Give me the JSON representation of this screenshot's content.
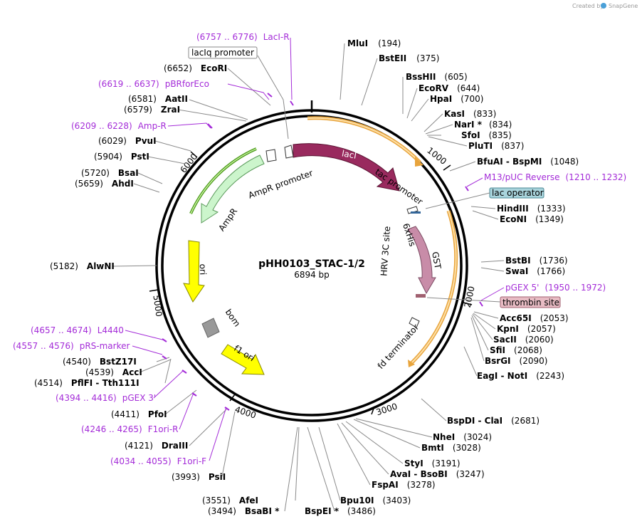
{
  "credit": "Created by",
  "brand": "SnapGene",
  "plasmid": {
    "name": "pHH0103_STAC-1/2",
    "size": "6894 bp"
  },
  "ticks": [
    "1000",
    "2000",
    "3000",
    "4000",
    "5000",
    "6000"
  ],
  "features": {
    "lacI": "lacI",
    "ampR": "AmpR",
    "ori": "ori",
    "f1ori": "f1 ori",
    "gst": "GST",
    "bom": "bom",
    "ampRPromoter": "AmpR promoter",
    "tacPromoter": "tac promoter",
    "his": "6xHis",
    "hrv": "HRV 3C site",
    "fdTerminator": "fd terminator",
    "lacIqPromoter": "lacIq promoter",
    "lacOperator": "lac operator",
    "thrombin": "thrombin site"
  },
  "enzymes": [
    {
      "name": "MluI",
      "pos": "(194)"
    },
    {
      "name": "BstEII",
      "pos": "(375)"
    },
    {
      "name": "BssHII",
      "pos": "(605)"
    },
    {
      "name": "EcoRV",
      "pos": "(644)"
    },
    {
      "name": "HpaI",
      "pos": "(700)"
    },
    {
      "name": "KasI",
      "pos": "(833)"
    },
    {
      "name": "NarI *",
      "pos": "(834)"
    },
    {
      "name": "SfoI",
      "pos": "(835)"
    },
    {
      "name": "PluTI",
      "pos": "(837)"
    },
    {
      "name": "BfuAI  -  BspMI",
      "pos": "(1048)"
    },
    {
      "name": "HindIII",
      "pos": "(1333)"
    },
    {
      "name": "EcoNI",
      "pos": "(1349)"
    },
    {
      "name": "BstBI",
      "pos": "(1736)"
    },
    {
      "name": "SwaI",
      "pos": "(1766)"
    },
    {
      "name": "Acc65I",
      "pos": "(2053)"
    },
    {
      "name": "KpnI",
      "pos": "(2057)"
    },
    {
      "name": "SacII",
      "pos": "(2060)"
    },
    {
      "name": "SfiI",
      "pos": "(2068)"
    },
    {
      "name": "BsrGI",
      "pos": "(2090)"
    },
    {
      "name": "EagI  -  NotI",
      "pos": "(2243)"
    },
    {
      "name": "BspDI  -  ClaI",
      "pos": "(2681)"
    },
    {
      "name": "NheI",
      "pos": "(3024)"
    },
    {
      "name": "BmtI",
      "pos": "(3028)"
    },
    {
      "name": "StyI",
      "pos": "(3191)"
    },
    {
      "name": "AvaI  -  BsoBI",
      "pos": "(3247)"
    },
    {
      "name": "FspAI",
      "pos": "(3278)"
    },
    {
      "name": "Bpu10I",
      "pos": "(3403)"
    },
    {
      "name": "BspEI *",
      "pos": "(3486)"
    },
    {
      "name": "AfeI",
      "pos": "(3551)"
    },
    {
      "name": "BsaBI *",
      "pos": "(3494)"
    },
    {
      "name": "PsiI",
      "pos": "(3993)"
    },
    {
      "name": "DraIII",
      "pos": "(4121)"
    },
    {
      "name": "PfoI",
      "pos": "(4411)"
    },
    {
      "name": "AccI",
      "pos": "(4539)"
    },
    {
      "name": "BstZ17I",
      "pos": "(4540)"
    },
    {
      "name": "PflFI  -  Tth111I",
      "pos": "(4514)"
    },
    {
      "name": "AlwNI",
      "pos": "(5182)"
    },
    {
      "name": "AhdI",
      "pos": "(5659)"
    },
    {
      "name": "BsaI",
      "pos": "(5720)"
    },
    {
      "name": "PstI",
      "pos": "(5904)"
    },
    {
      "name": "PvuI",
      "pos": "(6029)"
    },
    {
      "name": "ZraI",
      "pos": "(6579)"
    },
    {
      "name": "AatII",
      "pos": "(6581)"
    },
    {
      "name": "EcoRI",
      "pos": "(6652)"
    }
  ],
  "primers": [
    {
      "range": "(6757 .. 6776)",
      "name": "LacI-R"
    },
    {
      "range": "(6619 .. 6637)",
      "name": "pBRforEco"
    },
    {
      "range": "(6209 .. 6228)",
      "name": "Amp-R"
    },
    {
      "name": "M13/pUC Reverse",
      "range": "(1210 .. 1232)"
    },
    {
      "name": "pGEX 5'",
      "range": "(1950 .. 1972)"
    },
    {
      "range": "(4657 .. 4674)",
      "name": "L4440"
    },
    {
      "range": "(4557 .. 4576)",
      "name": "pRS-marker"
    },
    {
      "range": "(4394 .. 4416)",
      "name": "pGEX 3'"
    },
    {
      "range": "(4246 .. 4265)",
      "name": "F1ori-R"
    },
    {
      "range": "(4034 .. 4055)",
      "name": "F1ori-F"
    }
  ],
  "colors": {
    "lacI": "#992a5e",
    "ampR": "#ccf5cc",
    "ori": "#ffff00",
    "gst": "#c88ca8",
    "orfArc": "#e8a43c",
    "primer": "#a42cd8",
    "lacOperator": "#a9d4dc",
    "thrombin": "#e8bcc4"
  }
}
